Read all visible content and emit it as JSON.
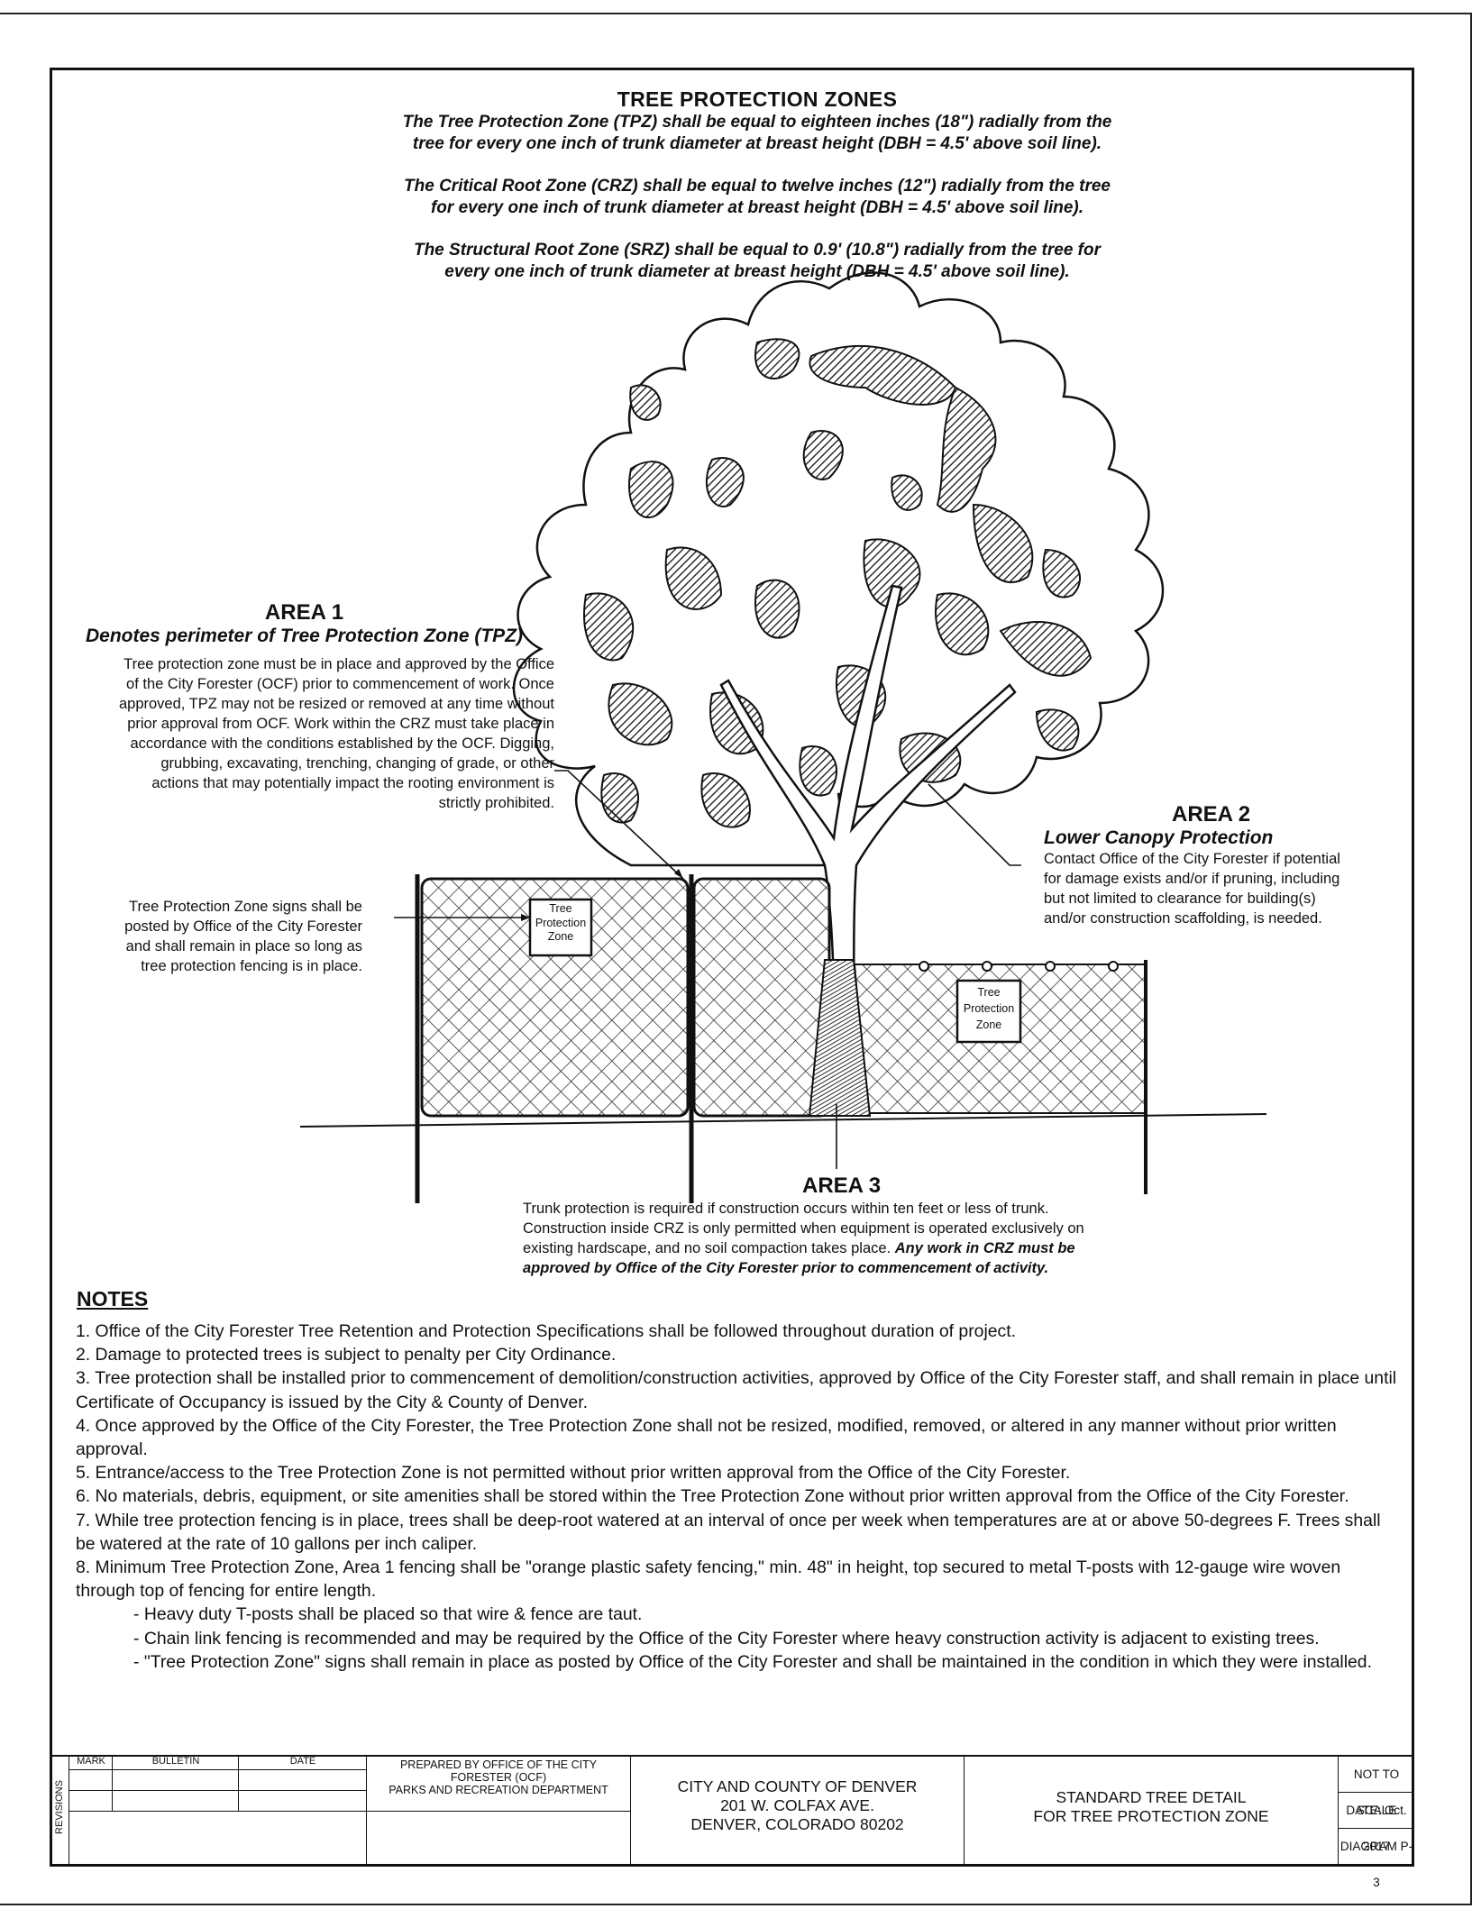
{
  "header": {
    "title": "TREE PROTECTION ZONES",
    "tpz_line1": "The Tree Protection Zone (TPZ) shall be equal to eighteen inches (18\") radially from the",
    "tpz_line2": "tree for every one inch of trunk diameter at breast height (DBH = 4.5' above soil line).",
    "crz_line1": "The Critical Root Zone (CRZ) shall be equal to twelve inches (12\") radially from the tree",
    "crz_line2": "for every one inch of trunk diameter at breast height (DBH = 4.5' above soil line).",
    "srz_line1": "The Structural Root Zone (SRZ) shall be equal to 0.9' (10.8\") radially from the tree for",
    "srz_line2": "every one inch of trunk diameter at breast height (DBH = 4.5' above soil line)."
  },
  "area1": {
    "title": "AREA 1",
    "subtitle": "Denotes perimeter of Tree Protection Zone (TPZ)",
    "lines": [
      "Tree protection zone must be in place and approved by the Office",
      "of the City Forester (OCF) prior to commencement of work.  Once",
      "approved, TPZ may not be resized or removed at any time without",
      "prior approval from OCF.  Work within the CRZ must take place in",
      "accordance with the conditions established by the OCF.  Digging,",
      "grubbing, excavating, trenching, changing of grade, or other",
      "actions that may potentially impact the rooting environment is",
      "strictly prohibited."
    ]
  },
  "signs_note": {
    "lines": [
      "Tree Protection Zone signs shall be",
      "posted by Office of the City Forester",
      "and shall remain in place so long as",
      "tree protection fencing is in place."
    ]
  },
  "area2": {
    "title": "AREA 2",
    "subtitle": "Lower Canopy Protection",
    "lines": [
      "Contact Office of the City Forester if potential",
      "for damage exists and/or if pruning, including",
      "but not limited to clearance for building(s)",
      "and/or construction scaffolding, is needed."
    ]
  },
  "area3": {
    "title": "AREA 3",
    "line1": "Trunk protection is required if construction occurs within ten feet or less of trunk.",
    "line2": "Construction inside CRZ is only permitted when equipment is operated exclusively on",
    "line3_plain": "existing hardscape, and no soil compaction takes place.  ",
    "line3_bold": "Any work in CRZ must be",
    "line4_bold": "approved by Office of the City Forester prior to commencement of activity."
  },
  "sign": {
    "line1": "Tree",
    "line2": "Protection",
    "line3": "Zone"
  },
  "notes": {
    "heading": "NOTES",
    "items": [
      "1. Office of the City Forester Tree Retention and Protection Specifications shall be followed throughout duration of project.",
      "2. Damage to protected trees is subject to penalty per City Ordinance.",
      "3. Tree protection shall be installed prior to commencement of demolition/construction activities, approved by Office of the City Forester staff, and shall remain in place until Certificate of Occupancy is issued by the City & County of Denver.",
      "4. Once approved by the Office of the City Forester, the Tree Protection Zone shall not be resized, modified, removed, or altered in any manner without prior written approval.",
      "5. Entrance/access to the Tree Protection Zone is not permitted without prior written approval from the Office of the City Forester.",
      "6. No materials, debris, equipment, or site amenities shall be stored within the Tree Protection Zone without prior written approval from the Office of the City Forester.",
      "7. While tree protection fencing is in place, trees shall be deep-root watered at an interval of once per week when temperatures are at or above 50-degrees F.  Trees shall be watered at the rate of 10 gallons per inch caliper.",
      "8. Minimum Tree Protection Zone, Area 1 fencing shall be \"orange plastic safety fencing,\" min. 48\" in height, top secured to metal T-posts with 12-gauge wire woven through top of fencing for entire length."
    ],
    "subitems": [
      "- Heavy duty T-posts shall be placed so that wire & fence are taut.",
      "- Chain link fencing is recommended and may be required by the Office of the City Forester where heavy construction activity is adjacent to existing trees.",
      "- \"Tree Protection Zone\" signs shall remain in place as posted by Office of the City Forester and shall be maintained in the condition in which they were installed."
    ]
  },
  "title_block": {
    "revisions": "REVISIONS",
    "col_mark": "MARK",
    "col_bulletin": "BULLETIN",
    "col_date": "DATE",
    "prepared_1": "PREPARED BY OFFICE OF THE CITY",
    "prepared_2": "FORESTER (OCF)",
    "prepared_3": "PARKS AND RECREATION DEPARTMENT",
    "agency_1": "CITY AND COUNTY OF DENVER",
    "agency_2": "201 W. COLFAX AVE.",
    "agency_3": "DENVER, COLORADO 80202",
    "detail_1": "STANDARD TREE DETAIL",
    "detail_2": "FOR TREE PROTECTION ZONE",
    "scale": "NOT TO SCALE",
    "date": "DATE: Oct. 2017",
    "diagram": "DIAGRAM P-3"
  }
}
